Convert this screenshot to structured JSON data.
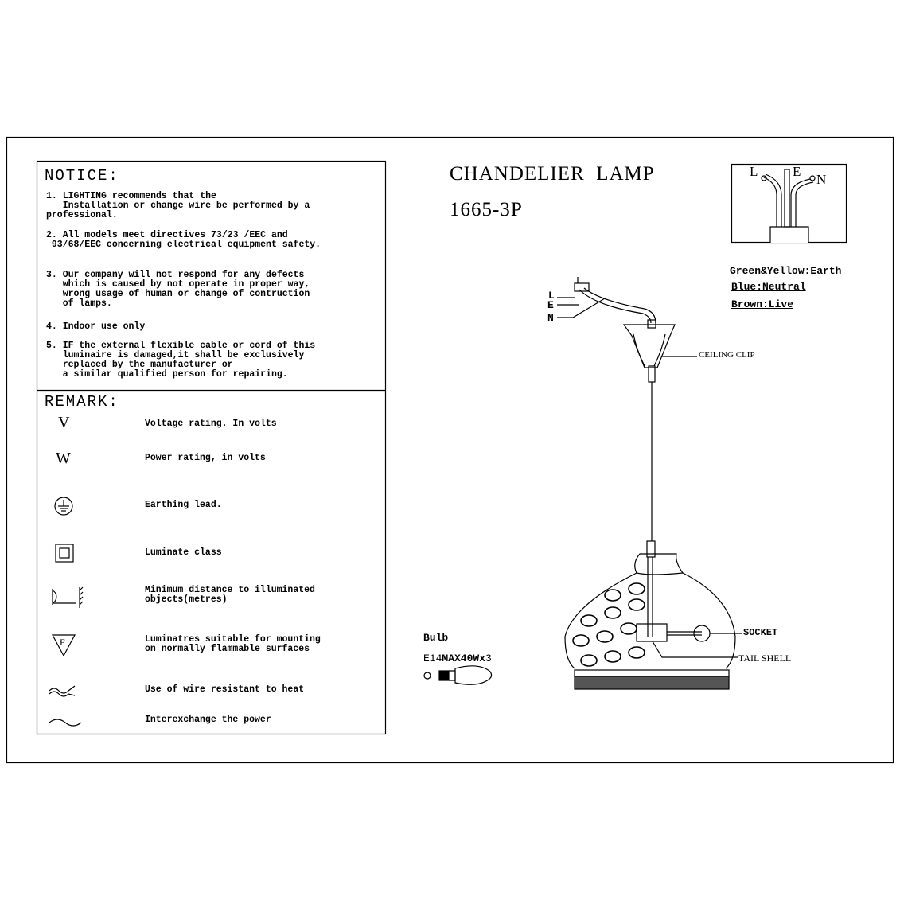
{
  "notice": {
    "heading": "NOTICE:",
    "items": [
      "1. LIGHTING recommends that the\n   Installation or change wire be performed by a\nprofessional.",
      "2. All models meet directives 73/23 /EEC and\n 93/68/EEC concerning electrical equipment safety.",
      "3. Our company will not respond for any defects\n   which is caused by not operate in proper way,\n   wrong usage of human or change of contruction\n   of lamps.",
      "4. Indoor use only",
      "5. IF the external flexible cable or cord of this\n   luminaire is damaged,it shall be exclusively\n   replaced by the manufacturer or\n   a similar qualified person for repairing."
    ]
  },
  "remark": {
    "heading": "REMARK:",
    "rows": [
      {
        "icon": "voltage-icon",
        "symbol": "V",
        "text": "Voltage rating. In volts"
      },
      {
        "icon": "power-icon",
        "symbol": "W",
        "text": "Power rating, in volts"
      },
      {
        "icon": "earth-icon",
        "symbol": "",
        "text": "Earthing lead."
      },
      {
        "icon": "class-ii-icon",
        "symbol": "",
        "text": "Luminate class"
      },
      {
        "icon": "distance-icon",
        "symbol": "",
        "text": "Minimum distance to illuminated\nobjects(metres)"
      },
      {
        "icon": "f-mark-icon",
        "symbol": "F",
        "text": "Luminatres suitable for mounting\non normally flammable surfaces"
      },
      {
        "icon": "heat-wire-icon",
        "symbol": "",
        "text": "Use of wire resistant to heat"
      },
      {
        "icon": "wave-icon",
        "symbol": "",
        "text": "Interexchange the power"
      }
    ]
  },
  "product": {
    "title": "CHANDELIER  LAMP",
    "model": "1665-3P"
  },
  "wiring": {
    "terminals": [
      "L",
      "E",
      "N"
    ],
    "legend": [
      "Green&Yellow:Earth",
      "Blue:Neutral",
      "Brown:Live"
    ]
  },
  "diagram": {
    "wire_labels": [
      "L",
      "E",
      "N"
    ],
    "ceiling_clip": "CEILING CLIP",
    "socket": "SOCKET",
    "tail_shell": "TAIL SHELL"
  },
  "bulb": {
    "label": "Bulb",
    "spec_prefix": "E14",
    "spec_max": "MAX40Wx",
    "spec_count": "3"
  }
}
